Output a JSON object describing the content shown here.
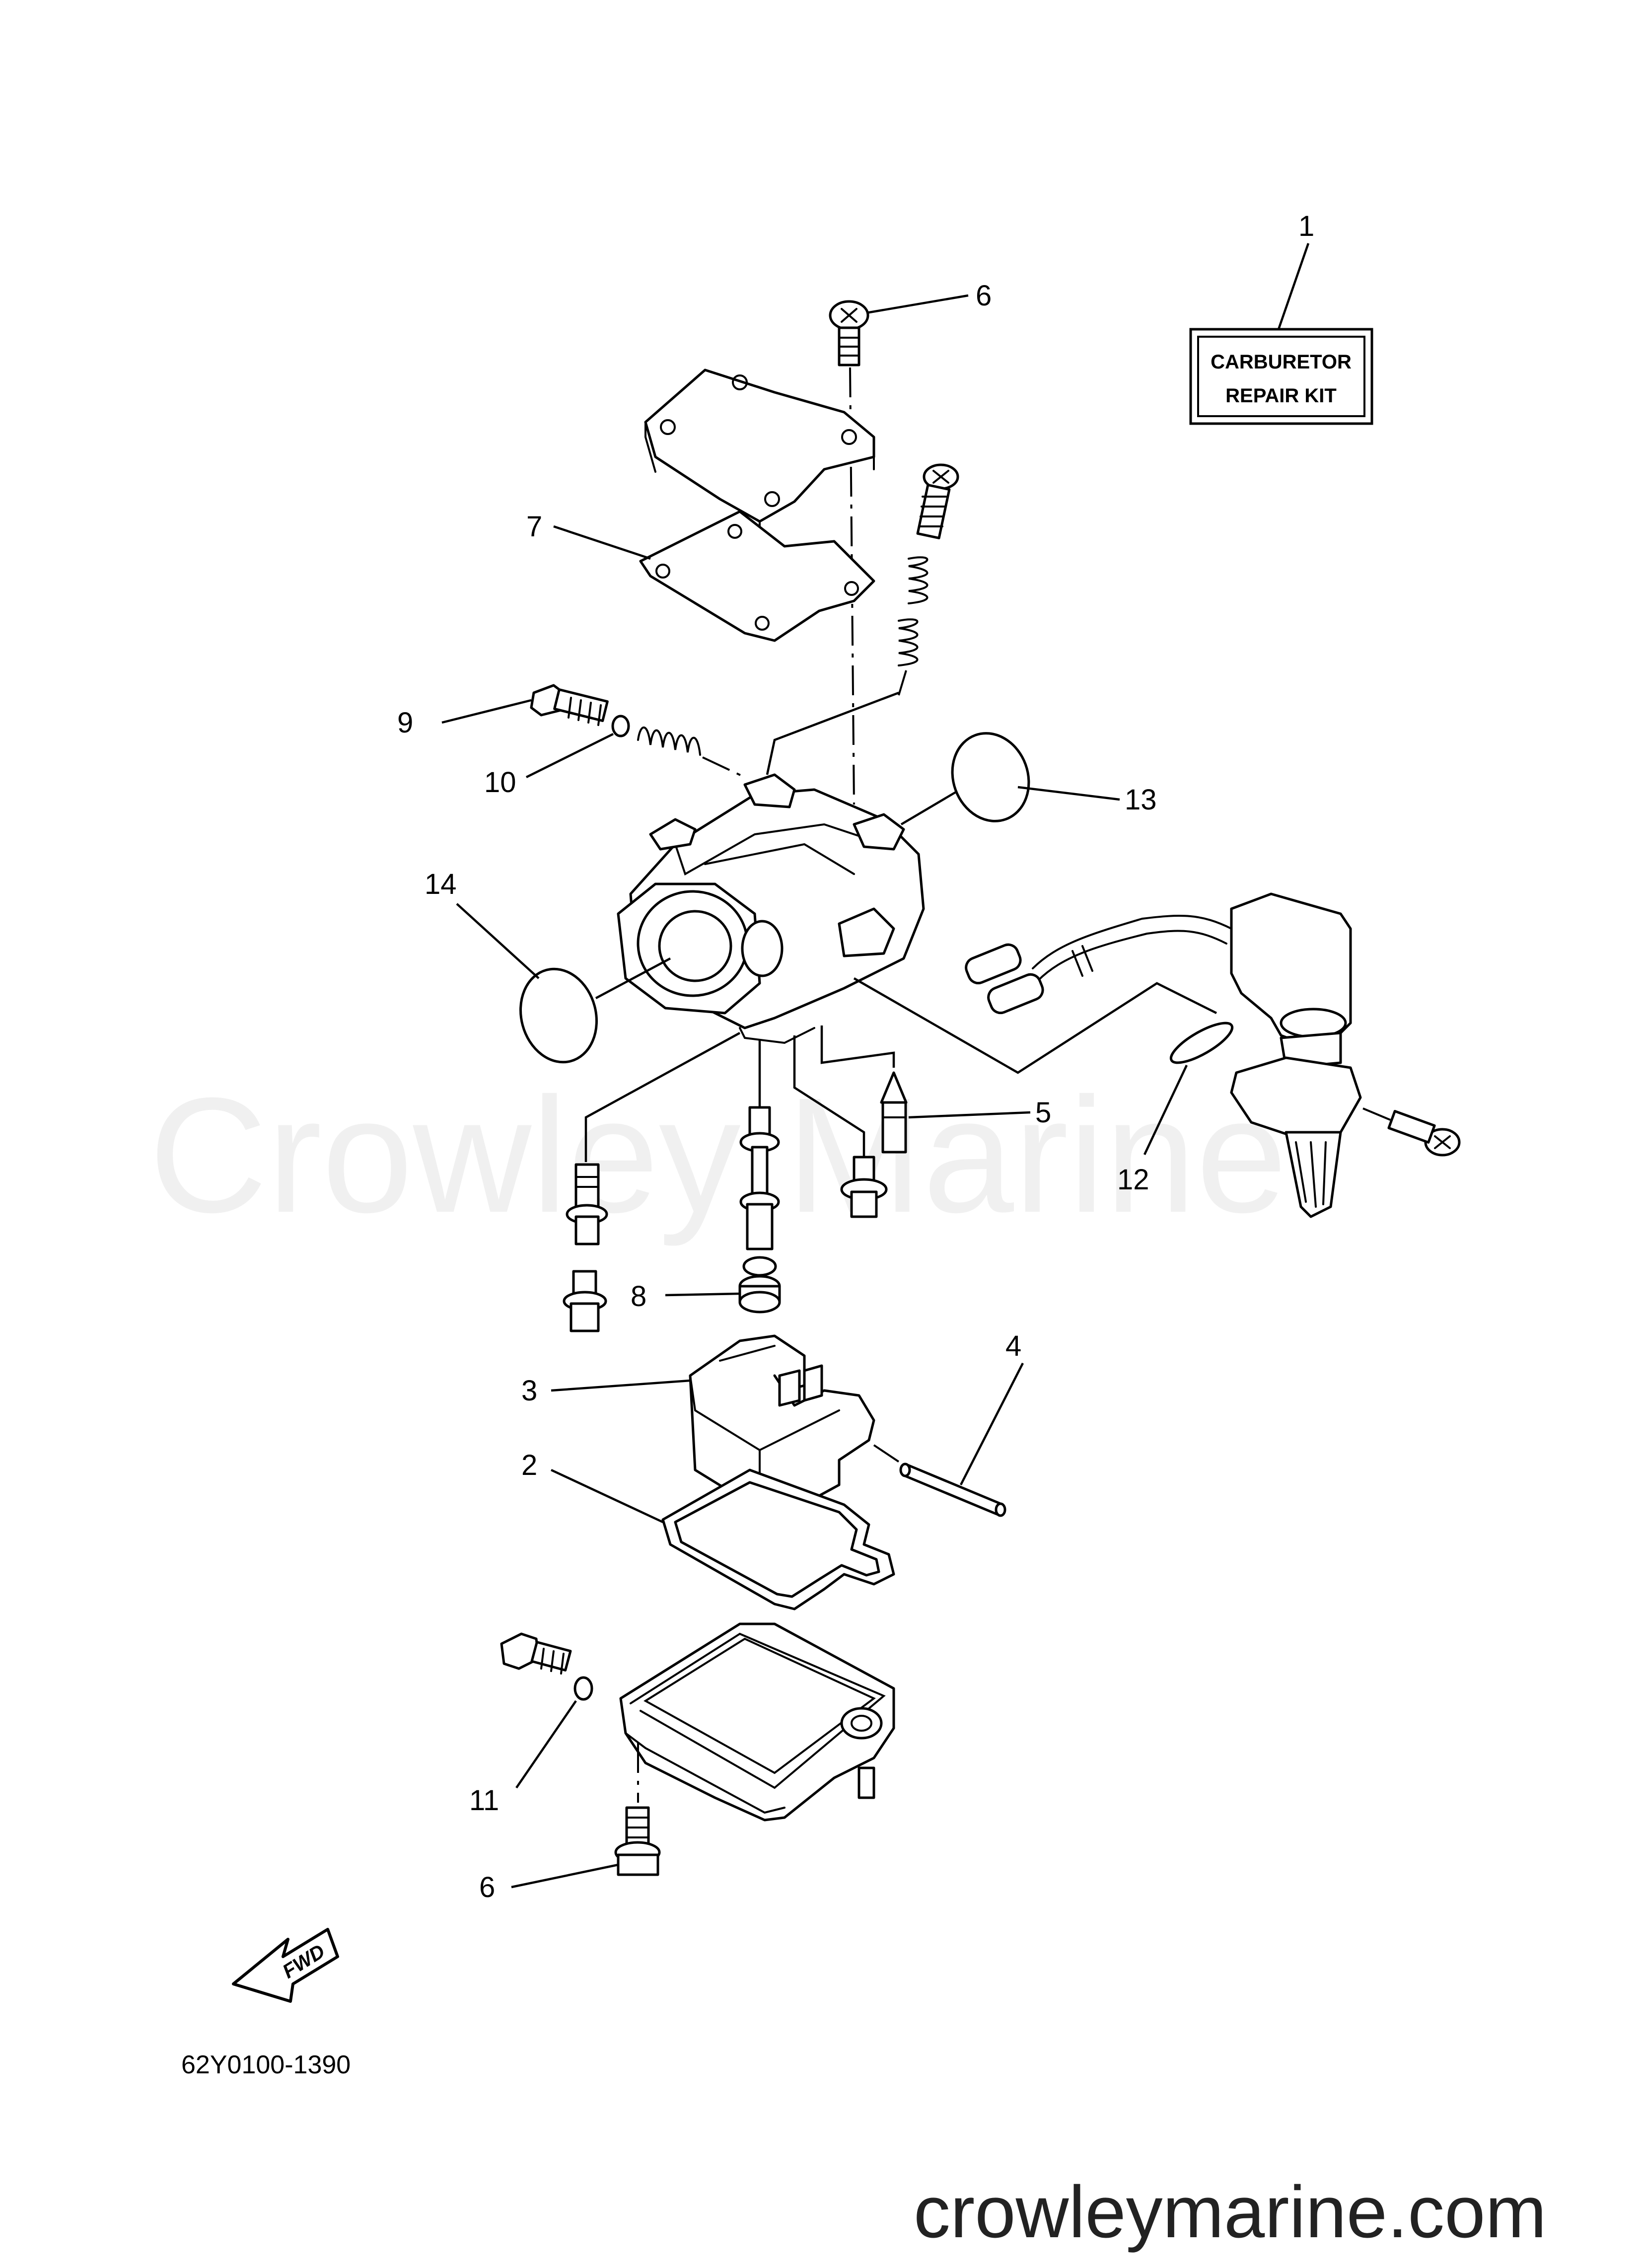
{
  "diagram": {
    "watermark": "Crowley Marine",
    "website": "crowleymarine.com",
    "diagram_code": "62Y0100-1390",
    "fwd_label": "FWD",
    "repair_kit": {
      "line1": "CARBURETOR",
      "line2": "REPAIR KIT"
    },
    "callouts": [
      "1",
      "2",
      "3",
      "4",
      "5",
      "6",
      "6",
      "7",
      "8",
      "9",
      "10",
      "11",
      "12",
      "13",
      "14"
    ]
  }
}
